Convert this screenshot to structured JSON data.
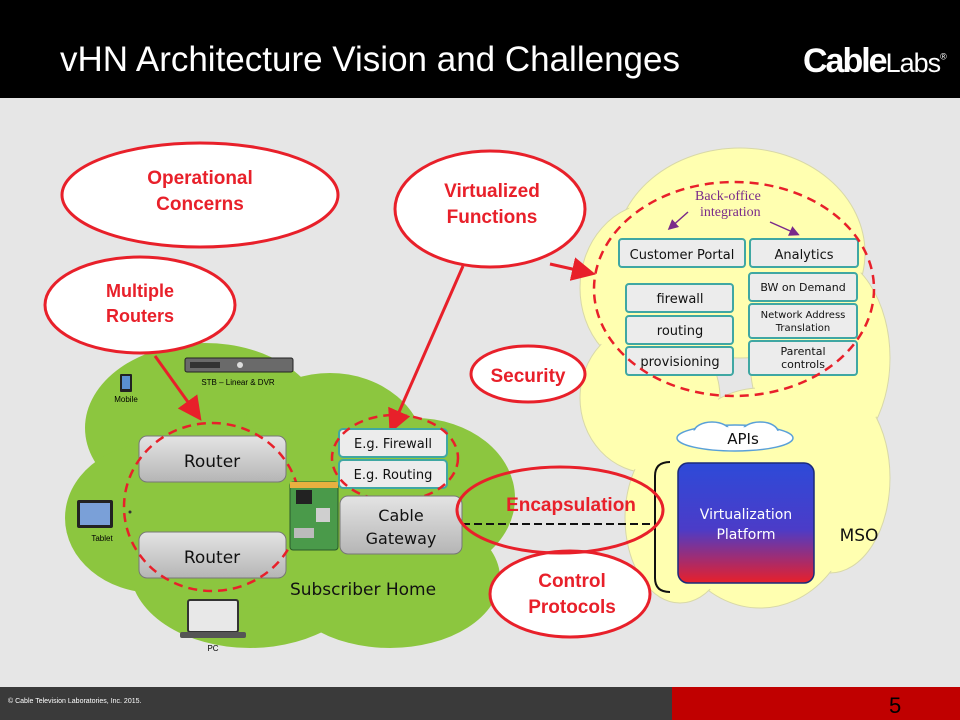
{
  "header": {
    "title": "vHN Architecture Vision and Challenges",
    "logo_bold": "Cable",
    "logo_light": "Labs",
    "logo_mark": "®"
  },
  "callouts": {
    "operational": [
      "Operational",
      "Concerns"
    ],
    "multiple_routers": [
      "Multiple",
      "Routers"
    ],
    "virtualized": [
      "Virtualized",
      "Functions"
    ],
    "security": "Security",
    "encapsulation": "Encapsulation",
    "control": [
      "Control",
      "Protocols"
    ]
  },
  "home": {
    "stb": "STB – Linear & DVR",
    "mobile": "Mobile",
    "tablet": "Tablet",
    "pc": "PC",
    "router1": "Router",
    "router2": "Router",
    "gateway": [
      "Cable",
      "Gateway"
    ],
    "fw": "E.g. Firewall",
    "routing": "E.g. Routing",
    "label": "Subscriber Home"
  },
  "mso": {
    "back_office": [
      "Back-office",
      "integration"
    ],
    "customer_portal": "Customer Portal",
    "analytics": "Analytics",
    "firewall": "firewall",
    "routing": "routing",
    "provisioning": "provisioning",
    "bw_on_demand": "BW on Demand",
    "nat": [
      "Network Address",
      "Translation"
    ],
    "parental": [
      "Parental",
      "controls"
    ],
    "apis": "APIs",
    "platform": [
      "Virtualization",
      "Platform"
    ],
    "label": "MSO"
  },
  "colors": {
    "callout_red": "#e8202a",
    "home_green": "#8cc63f",
    "mso_yellow": "#ffffb0",
    "box_teal": "#3fa7a3"
  },
  "footer": {
    "copyright": "© Cable Television Laboratories, Inc. 2015.",
    "page": "5"
  }
}
